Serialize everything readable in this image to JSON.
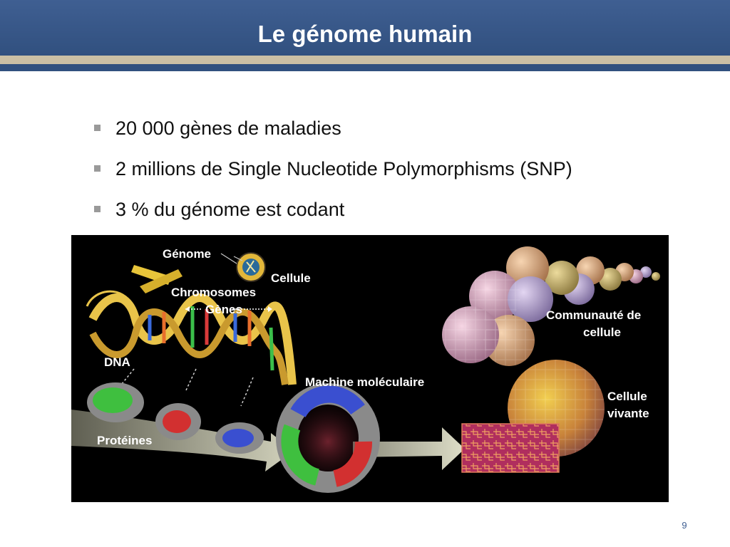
{
  "slide": {
    "title": "Le génome humain",
    "bullets": [
      "20 000 gènes de maladies",
      "2 millions de Single Nucleotide Polymorphisms (SNP)",
      "3 % du génome est codant"
    ],
    "page_number": "9"
  },
  "figure": {
    "labels": {
      "genome": "Génome",
      "cellule": "Cellule",
      "chromosomes": "Chromosomes",
      "genes": "Gènes",
      "dna": "DNA",
      "proteines": "Protéines",
      "machine": "Machine moléculaire",
      "communaute_line1": "Communauté de",
      "communaute_line2": "cellule",
      "vivante_line1": "Cellule",
      "vivante_line2": "vivante"
    }
  },
  "colors": {
    "title_bar": "#3f5f92",
    "stripe": "#cbbfa5",
    "helix_gold": "#e9c44a",
    "protein_green": "#3fbf3f",
    "protein_red": "#d23030",
    "protein_blue": "#3a4fd0"
  }
}
